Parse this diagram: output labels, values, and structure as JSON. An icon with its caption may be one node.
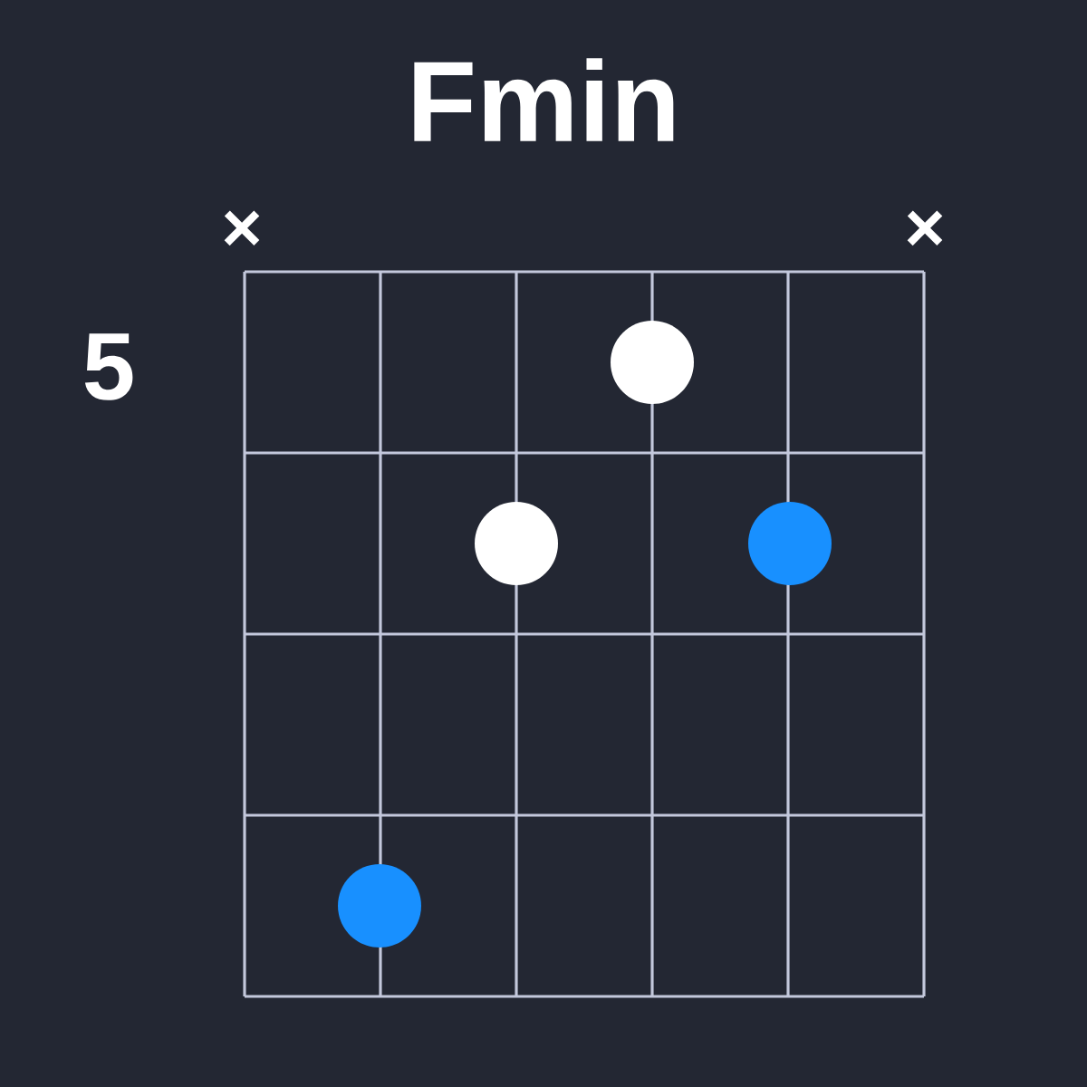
{
  "diagram": {
    "title": "Fmin",
    "nodes": [
      {
        "text": [],
        "shape": "circle"
      },
      {
        "text": [],
        "shape": "circle"
      },
      {
        "text": [],
        "shape": "circle"
      },
      {
        "text": [],
        "shape": "circle"
      }
    ],
    "labels": [
      "×",
      "×",
      "5"
    ]
  }
}
